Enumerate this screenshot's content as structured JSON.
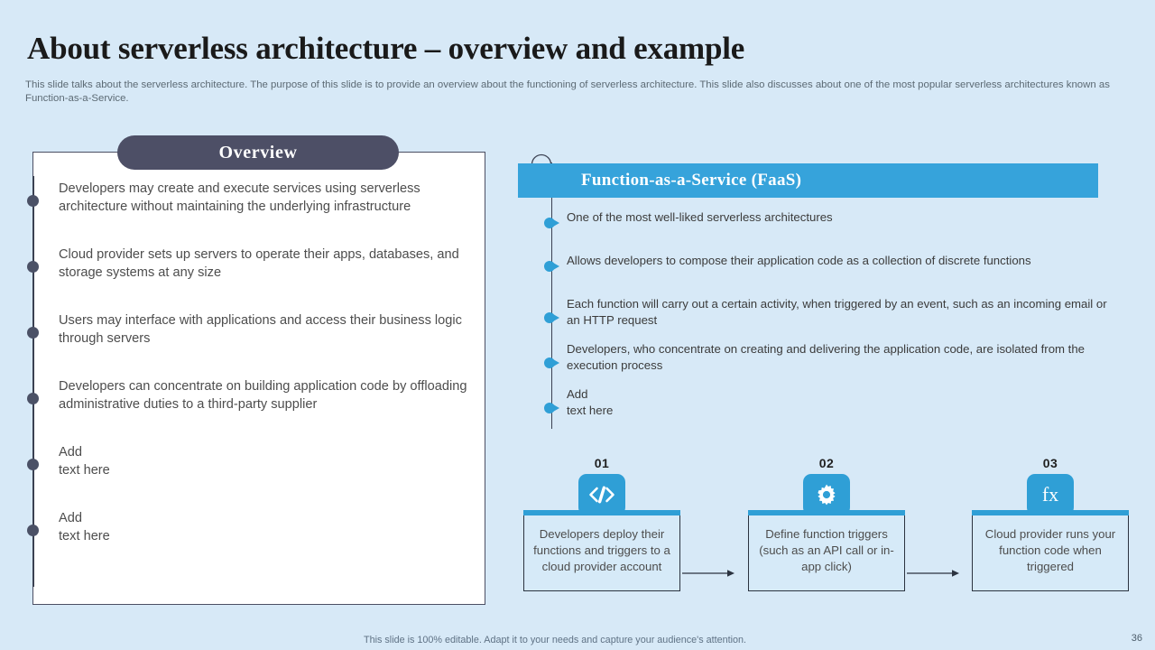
{
  "slide": {
    "title": "About serverless architecture – overview and example",
    "subtitle": "This slide talks about the serverless architecture. The purpose of this slide is to provide an overview about the functioning of serverless architecture. This slide also discusses about one of the most popular serverless architectures known as Function-as-a-Service.",
    "page_number": "36",
    "footer_note": "This slide is 100% editable. Adapt it to your needs and capture your audience's attention.",
    "colors": {
      "background": "#d7e9f7",
      "accent_blue": "#36a3db",
      "pill_dark": "#4d4f66",
      "panel_white": "#ffffff",
      "text_body": "#4d4d4d"
    }
  },
  "overview": {
    "heading": "Overview",
    "items": [
      "Developers may create and execute services using serverless architecture without maintaining the underlying infrastructure",
      "Cloud provider sets up servers to operate their apps, databases, and storage systems at any size",
      "Users may interface with applications and access their business logic through servers",
      "Developers can concentrate on building application code by offloading administrative duties to a third-party supplier",
      "Add\ntext here",
      "Add\ntext here"
    ]
  },
  "faas": {
    "heading": "Function-as-a-Service (FaaS)",
    "items": [
      "One of the most well-liked serverless architectures",
      "Allows developers to compose their application code as a collection of discrete functions",
      "Each function will carry out a certain activity, when triggered by an event, such as an incoming email or an HTTP request",
      "Developers, who concentrate on creating and delivering the application code, are isolated from the execution process",
      "Add\ntext here"
    ]
  },
  "flow": {
    "steps": [
      {
        "number": "01",
        "icon": "code-icon",
        "icon_label": "</>",
        "text": "Developers deploy their functions and triggers to a cloud provider account"
      },
      {
        "number": "02",
        "icon": "gear-icon",
        "icon_label": "",
        "text": "Define function triggers (such as an API call or in-app click)"
      },
      {
        "number": "03",
        "icon": "fx-icon",
        "icon_label": "fx",
        "text": "Cloud provider runs your function code when triggered"
      }
    ]
  }
}
